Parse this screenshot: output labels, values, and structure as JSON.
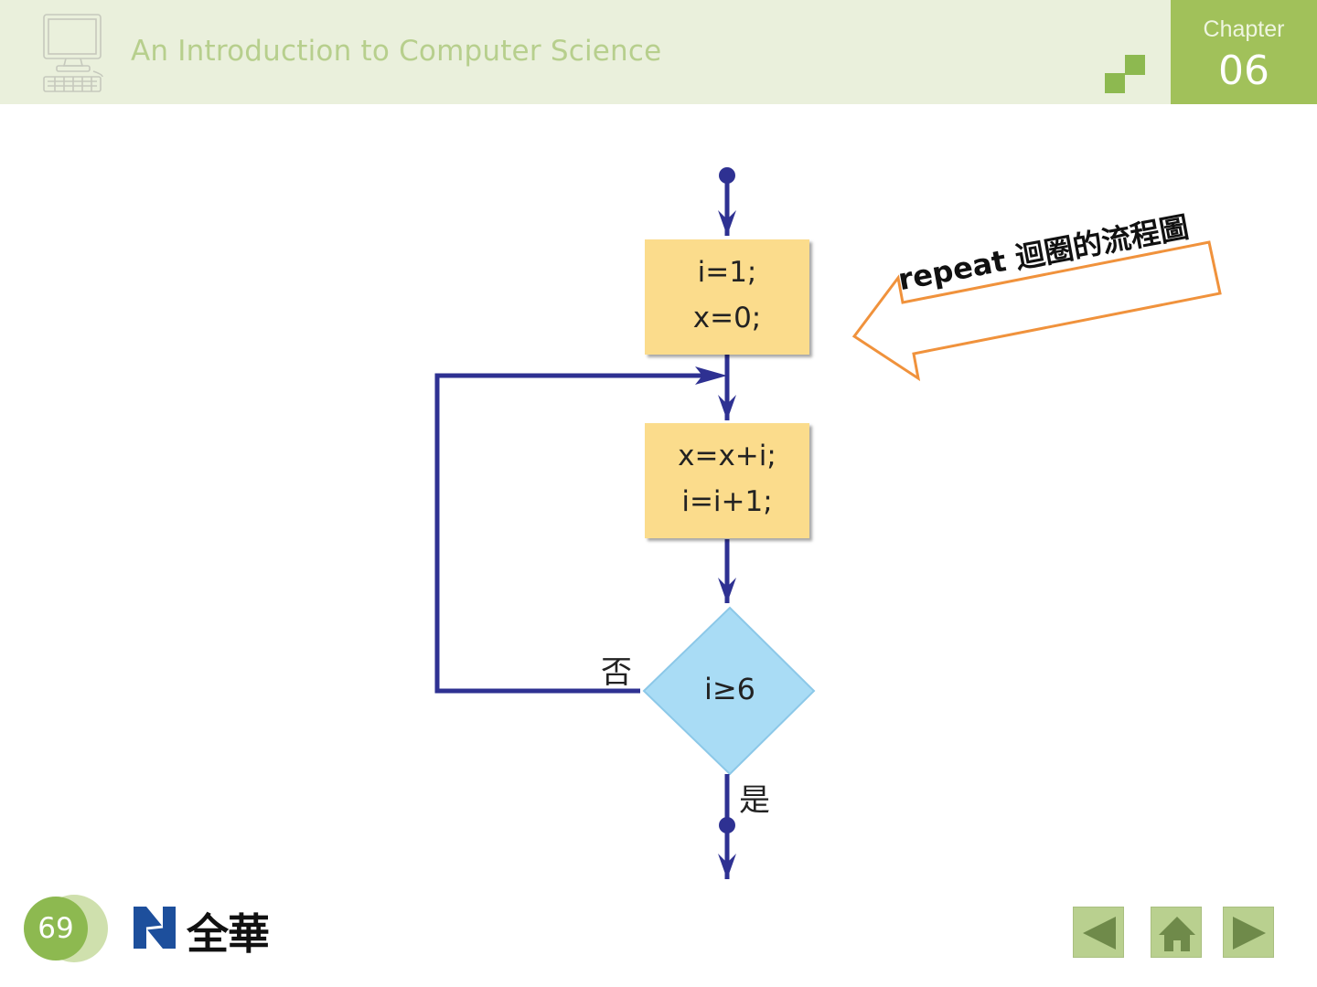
{
  "header": {
    "course_title": "An Introduction to Computer Science",
    "chapter_label": "Chapter",
    "chapter_number": "06"
  },
  "diagram": {
    "init_box": {
      "line1": "i=1;",
      "line2": "x=0;"
    },
    "body_box": {
      "line1": "x=x+i;",
      "line2": "i=i+1;"
    },
    "condition": "i≥6",
    "no_label": "否",
    "yes_label": "是",
    "callout": "repeat 迴圈的流程圖"
  },
  "footer": {
    "page_number": "69",
    "publisher": "全華"
  },
  "colors": {
    "accent_green": "#a1c15a",
    "process_fill": "#fbdc8c",
    "decision_fill": "#a9dcf5",
    "flow_line": "#2e3192",
    "callout_border": "#f0923c"
  }
}
